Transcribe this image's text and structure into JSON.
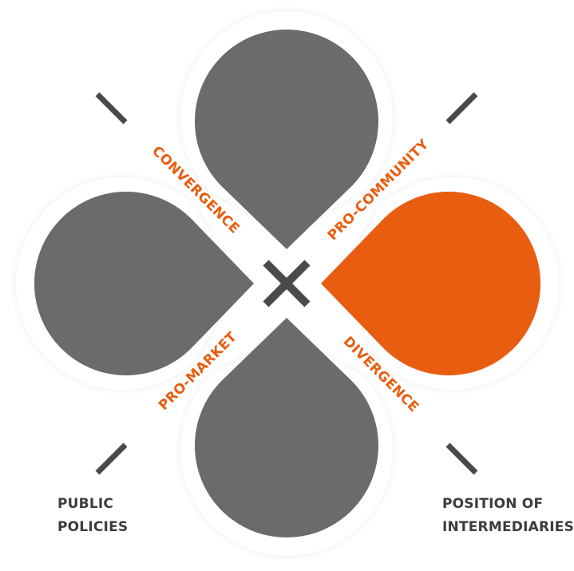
{
  "colors": {
    "background": "#ffffff",
    "halo": "#f4f4f4",
    "petal_grey": "#6b6b6b",
    "petal_highlight": "#e85d10",
    "label_orange": "#e85d10",
    "text_dark": "#3c3c3c",
    "dash": "#4a4a4a"
  },
  "petals": {
    "top": {
      "highlighted": false
    },
    "left": {
      "highlighted": false
    },
    "right": {
      "highlighted": true
    },
    "bottom": {
      "highlighted": false
    }
  },
  "axis_labels": {
    "convergence": "CONVERGENCE",
    "pro_community": "PRO-COMMUNITY",
    "pro_market": "PRO-MARKET",
    "divergence": "DIVERGENCE"
  },
  "corner_labels": {
    "public_policies": {
      "line1": "PUBLIC",
      "line2": "POLICIES"
    },
    "position_of_intermediaries": {
      "line1": "POSITION OF",
      "line2": "INTERMEDIARIES"
    }
  },
  "center_icon": "x-cross-icon"
}
